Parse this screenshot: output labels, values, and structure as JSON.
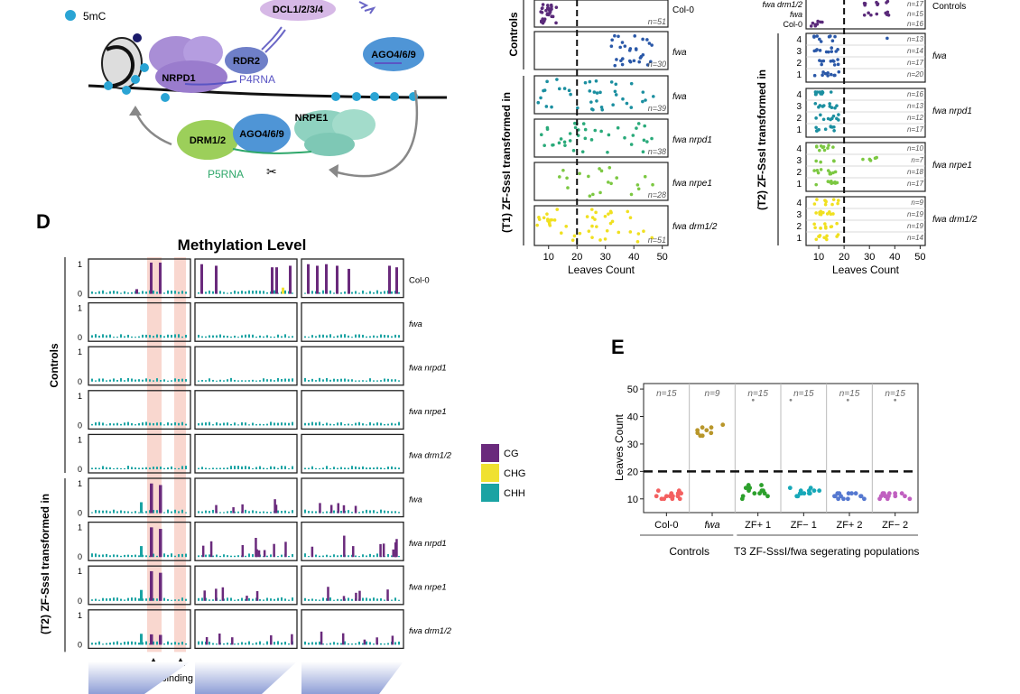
{
  "legend_5mc": "5mC",
  "diagram_labels": {
    "dcl": "DCL1/2/3/4",
    "nrpd1": "NRPD1",
    "rdr2": "RDR2",
    "p4rna": "P4RNA",
    "ago_top": "AGO4/6/9",
    "drm": "DRM1/2",
    "ago_mid": "AGO4/6/9",
    "nrpe1": "NRPE1",
    "p5rna": "P5RNA"
  },
  "panel_labels": {
    "d": "D",
    "e": "E"
  },
  "colors": {
    "cg": "#6a2a7c",
    "chg": "#f0e130",
    "chh": "#1aa3a3",
    "col0": "#5a2a7a",
    "fwa": "#2a58a8",
    "t1_fwa": "#1b8fa0",
    "nrpd1": "#2aaa7a",
    "nrpe1": "#7cc842",
    "drm": "#f0e020",
    "e_col0": "#f46060",
    "e_fwa": "#b8962a",
    "e_zf1p": "#2ca02c",
    "e_zf1m": "#17a8b8",
    "e_zf2p": "#5578d0",
    "e_zf2m": "#c060c0"
  },
  "panel_b": {
    "group_controls": "Controls",
    "group_t1": "(T1) ZF-SssI transformed in",
    "rows": [
      {
        "label": "Col-0",
        "n": "n=51"
      },
      {
        "label": "fwa",
        "n": "n=30"
      },
      {
        "label": "fwa",
        "n": "n=39"
      },
      {
        "label": "fwa nrpd1",
        "n": "n=38"
      },
      {
        "label": "fwa nrpe1",
        "n": "n=28"
      },
      {
        "label": "fwa drm1/2",
        "n": "n=51"
      }
    ],
    "xlabel": "Leaves Count",
    "xticks": [
      "10",
      "20",
      "30",
      "40",
      "50"
    ],
    "threshold": 20
  },
  "panel_c": {
    "group_controls": "Controls",
    "group_t2": "(T2) ZF-SssI transformed in",
    "controls": [
      {
        "label": "fwa drm1/2",
        "n": "n=17"
      },
      {
        "label": "fwa",
        "n": "n=15"
      },
      {
        "label": "Col-0",
        "n": "n=16"
      }
    ],
    "groups": [
      {
        "label": "fwa",
        "ns": [
          "n=13",
          "n=14",
          "n=17",
          "n=20"
        ]
      },
      {
        "label": "fwa nrpd1",
        "ns": [
          "n=16",
          "n=13",
          "n=12",
          "n=17"
        ]
      },
      {
        "label": "fwa nrpe1",
        "ns": [
          "n=10",
          "n=7",
          "n=18",
          "n=17"
        ]
      },
      {
        "label": "fwa drm1/2",
        "ns": [
          "n=9",
          "n=19",
          "n=19",
          "n=14"
        ]
      }
    ],
    "line_numbers": [
      "4",
      "3",
      "2",
      "1"
    ],
    "xlabel": "Leaves Count",
    "xticks": [
      "10",
      "20",
      "30",
      "40",
      "50"
    ]
  },
  "panel_d": {
    "title": "Methylation Level",
    "group_controls": "Controls",
    "group_t2": "(T2) ZF-SssI transformed in",
    "yticks": [
      "1",
      "0"
    ],
    "rows": [
      "Col-0",
      "fwa",
      "fwa nrpd1",
      "fwa nrpe1",
      "fwa drm1/2",
      "fwa",
      "fwa nrpd1",
      "fwa nrpe1",
      "fwa drm1/2"
    ],
    "legend": [
      "CG",
      "CHG",
      "CHH"
    ],
    "zf_binding": "ZF binding"
  },
  "chart_data": {
    "type": "scatter",
    "ylabel": "Leaves Count",
    "yticks": [
      "10",
      "20",
      "30",
      "40",
      "50"
    ],
    "ylim": [
      5,
      52
    ],
    "threshold": 20,
    "categories": [
      "Col-0",
      "fwa",
      "ZF+ 1",
      "ZF− 1",
      "ZF+ 2",
      "ZF− 2"
    ],
    "n_labels": [
      "n=15",
      "n=9",
      "n=15",
      "n=15",
      "n=15",
      "n=15"
    ],
    "series": [
      {
        "category": "Col-0",
        "values": [
          10,
          11,
          12,
          13,
          10,
          11,
          12,
          11,
          10,
          12,
          13,
          11,
          10,
          12,
          11
        ]
      },
      {
        "category": "fwa",
        "values": [
          33,
          34,
          35,
          36,
          37,
          34,
          35,
          36,
          33
        ]
      },
      {
        "category": "ZF+ 1",
        "values": [
          10,
          11,
          12,
          13,
          14,
          15,
          12,
          13,
          11,
          12,
          14,
          15,
          13,
          12,
          46
        ]
      },
      {
        "category": "ZF− 1",
        "values": [
          11,
          12,
          13,
          14,
          12,
          13,
          11,
          12,
          14,
          13,
          12,
          11,
          13,
          12,
          46
        ]
      },
      {
        "category": "ZF+ 2",
        "values": [
          10,
          11,
          12,
          11,
          10,
          12,
          11,
          10,
          12,
          11,
          12,
          10,
          11,
          12,
          46
        ]
      },
      {
        "category": "ZF− 2",
        "values": [
          10,
          11,
          12,
          11,
          10,
          12,
          11,
          12,
          11,
          10,
          12,
          11,
          12,
          11,
          46
        ]
      }
    ],
    "group_controls": "Controls",
    "group_t3": "T3 ZF-SssI/fwa segerating populations"
  }
}
